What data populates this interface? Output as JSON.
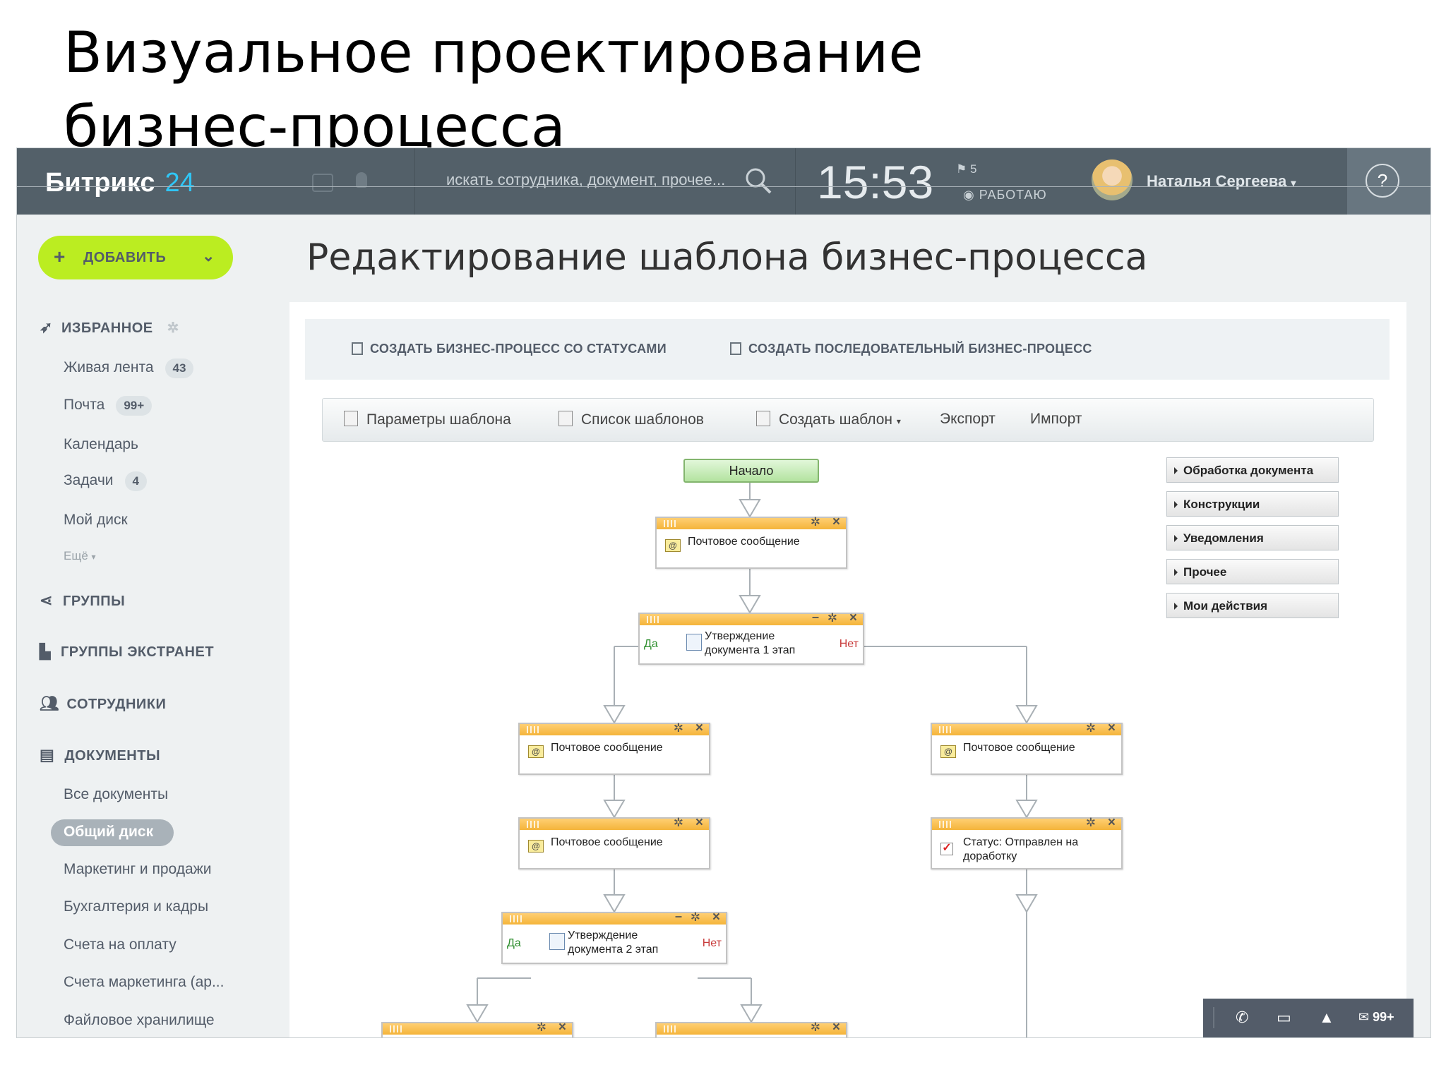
{
  "slide": {
    "title_line1": "Визуальное проектирование",
    "title_line2": "бизнес-процесса"
  },
  "topbar": {
    "logo_text": "Битрикс",
    "logo_num": "24",
    "search_placeholder": "искать сотрудника, документ, прочее...",
    "clock": "15:53",
    "flag_count": "5",
    "work_status": "РАБОТАЮ",
    "user_name": "Наталья Сергеева",
    "help": "?"
  },
  "sidebar": {
    "add_button": "ДОБАВИТЬ",
    "favorites": "ИЗБРАННОЕ",
    "items": [
      {
        "label": "Живая лента",
        "badge": "43"
      },
      {
        "label": "Почта",
        "badge": "99+"
      },
      {
        "label": "Календарь",
        "badge": ""
      },
      {
        "label": "Задачи",
        "badge": "4"
      },
      {
        "label": "Мой диск",
        "badge": ""
      }
    ],
    "more": "Ещё",
    "groups": "ГРУППЫ",
    "groups_extranet": "ГРУППЫ ЭКСТРАНЕТ",
    "employees": "СОТРУДНИКИ",
    "documents": "ДОКУМЕНТЫ",
    "doc_items": [
      "Все документы",
      "Общий диск",
      "Маркетинг и продажи",
      "Бухгалтерия и кадры",
      "Счета на оплату",
      "Счета маркетинга (ар...",
      "Файловое хранилище"
    ]
  },
  "main": {
    "title": "Редактирование шаблона бизнес-процесса",
    "create_status_bp": "СОЗДАТЬ БИЗНЕС-ПРОЦЕСС СО СТАТУСАМИ",
    "create_seq_bp": "СОЗДАТЬ ПОСЛЕДОВАТЕЛЬНЫЙ БИЗНЕС-ПРОЦЕСС",
    "toolbar": {
      "params": "Параметры шаблона",
      "list": "Список шаблонов",
      "create": "Создать шаблон",
      "export": "Экспорт",
      "import": "Импорт"
    }
  },
  "flow": {
    "start": "Начало",
    "mail": "Почтовое сообщение",
    "approval1": "Утверждение документа 1 этап",
    "approval2": "Утверждение документа 2 этап",
    "status": "Статус: Отправлен на доработку",
    "yes": "Да",
    "no": "Нет"
  },
  "palette": [
    "Обработка документа",
    "Конструкции",
    "Уведомления",
    "Прочее",
    "Мои действия"
  ],
  "bottombar": {
    "mail_count": "99+"
  }
}
